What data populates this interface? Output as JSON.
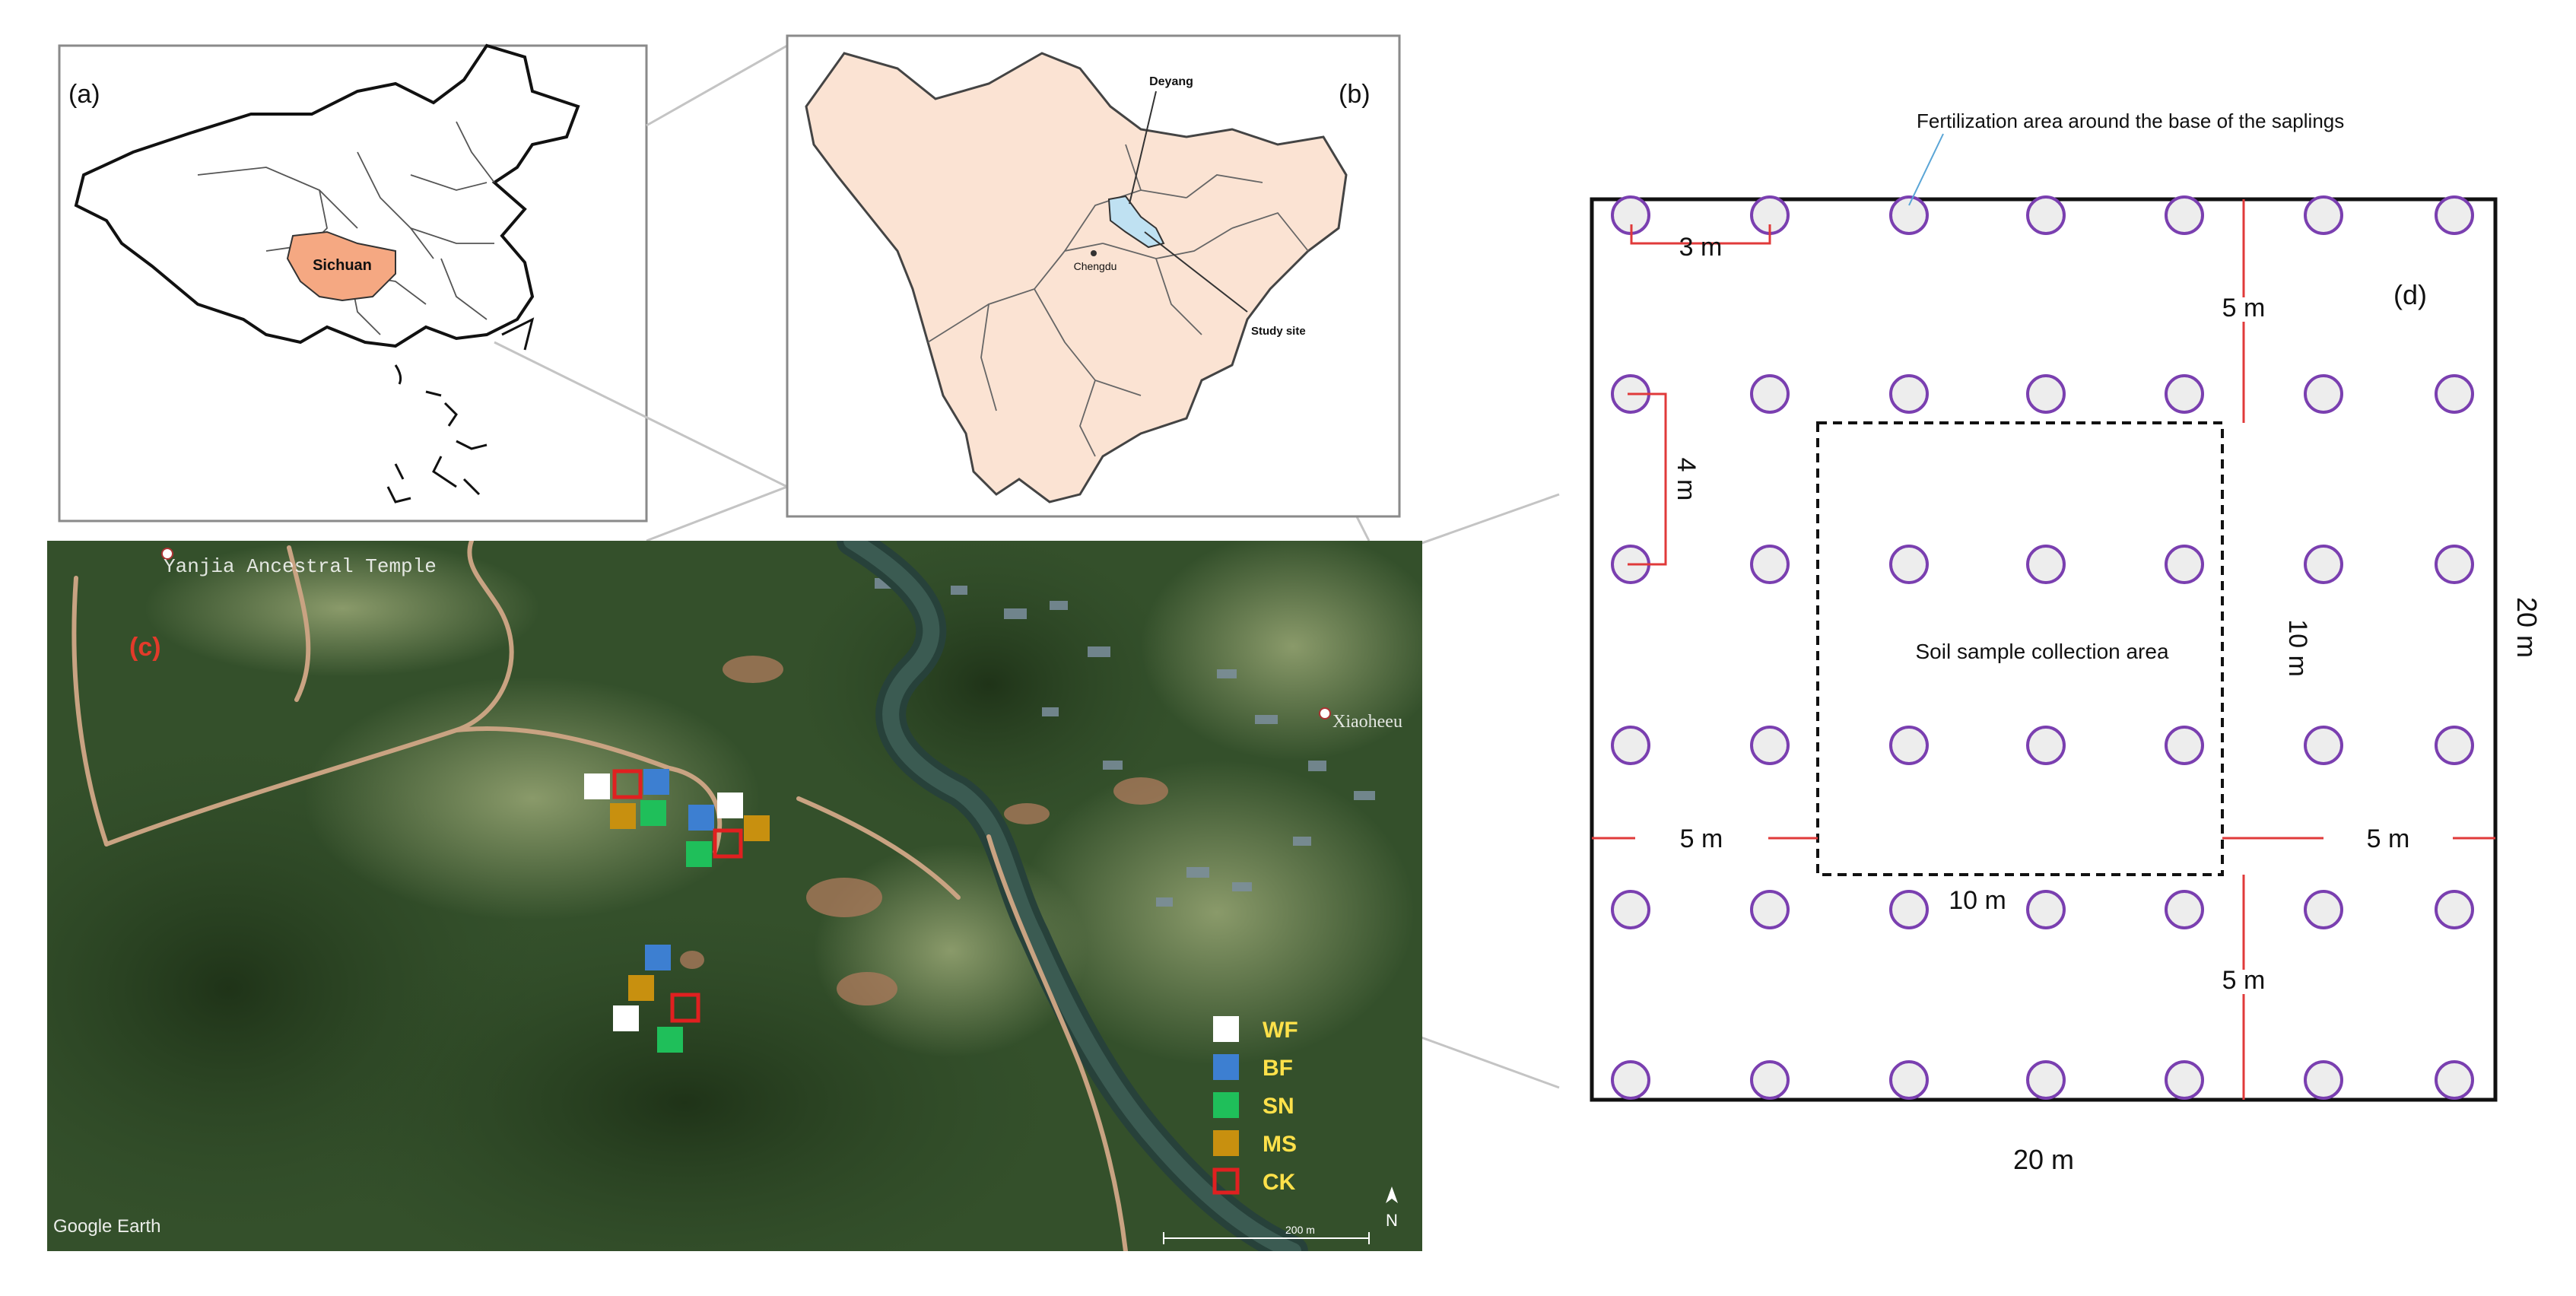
{
  "panel_a": {
    "label": "(a)",
    "province_label": "Sichuan",
    "colors": {
      "province_fill": "#f5a882",
      "country_fill": "#ffffff",
      "outline": "#111111"
    }
  },
  "panel_b": {
    "label": "(b)",
    "city_label": "Deyang",
    "capital_label": "Chengdu",
    "site_label": "Study site",
    "colors": {
      "province_fill": "#fbe3d3",
      "deyang_fill": "#bfe1f2",
      "outline": "#333333"
    }
  },
  "panel_c": {
    "label": "(c)",
    "place_1": "Yanjia Ancestral Temple",
    "place_2": "Xiaoheeu",
    "watermark": "Google Earth",
    "scale_label": "200 m",
    "north_label": "N",
    "legend": [
      {
        "label": "WF",
        "color": "#ffffff",
        "kind": "filled"
      },
      {
        "label": "BF",
        "color": "#3d7fd1",
        "kind": "filled"
      },
      {
        "label": "SN",
        "color": "#1fbf5a",
        "kind": "filled"
      },
      {
        "label": "MS",
        "color": "#c8900f",
        "kind": "filled"
      },
      {
        "label": "CK",
        "color": "#e02020",
        "kind": "outline"
      }
    ],
    "legend_text_color": "#ffe14a",
    "label_color": "#e23a2a"
  },
  "panel_d": {
    "label": "(d)",
    "fertilization_note": "Fertilization area around the base of the saplings",
    "sample_area_label": "Soil sample collection area",
    "dims": {
      "spacing_x": "3 m",
      "spacing_y": "4 m",
      "margin_top": "5 m",
      "margin_bottom": "5 m",
      "margin_left": "5 m",
      "margin_right": "5 m",
      "inner_width": "10 m",
      "inner_height": "10 m",
      "plot_width": "20 m",
      "plot_height": "20 m"
    },
    "colors": {
      "circle_stroke": "#7a3fb0",
      "circle_fill": "#ededed",
      "dim_line": "#e03a3a"
    },
    "grid": {
      "columns": 7,
      "rows": 6
    }
  }
}
